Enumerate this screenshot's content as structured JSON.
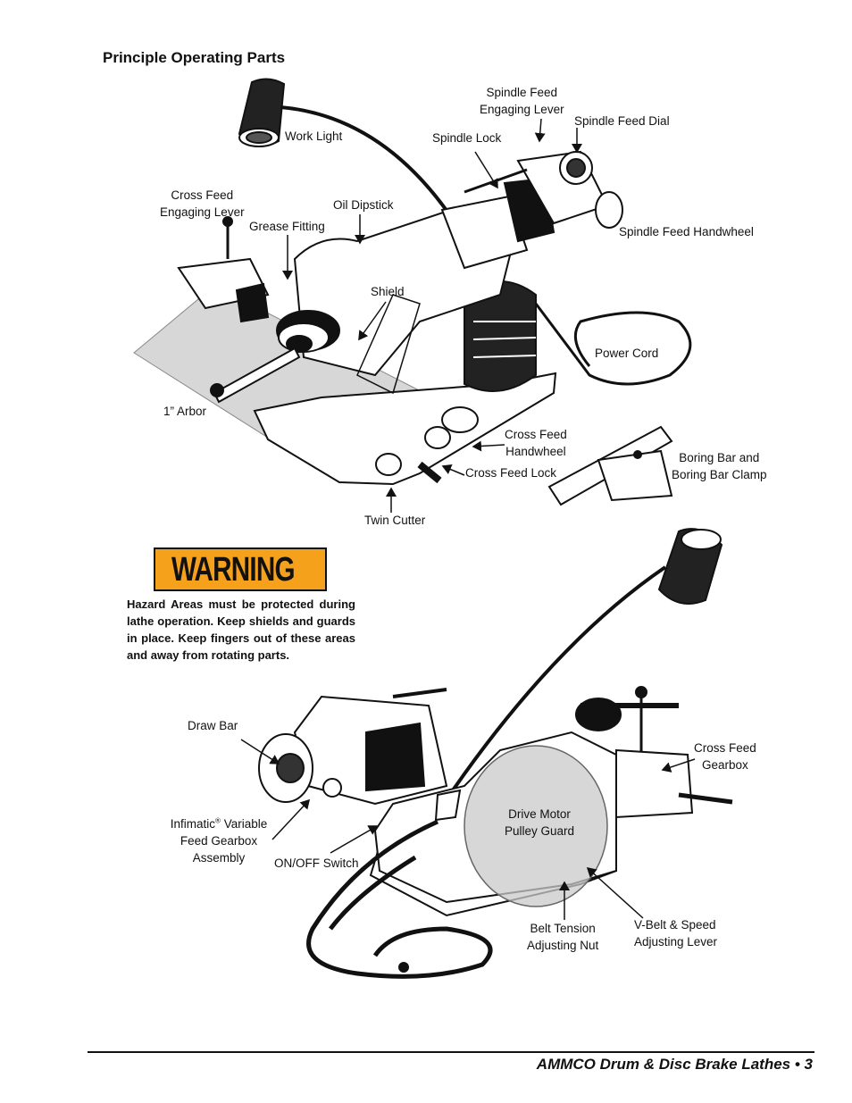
{
  "title": "Principle Operating Parts",
  "upper_labels": {
    "work_light": "Work Light",
    "spindle_feed_engaging_lever": [
      "Spindle Feed",
      "Engaging Lever"
    ],
    "spindle_feed_dial": "Spindle Feed Dial",
    "spindle_lock": "Spindle Lock",
    "cross_feed_engaging_lever": [
      "Cross Feed",
      "Engaging Lever"
    ],
    "oil_dipstick": "Oil Dipstick",
    "grease_fitting": "Grease Fitting",
    "spindle_feed_handwheel": "Spindle Feed Handwheel",
    "shield": "Shield",
    "power_cord": "Power Cord",
    "arbor": "1” Arbor",
    "cross_feed_handwheel": [
      "Cross Feed",
      "Handwheel"
    ],
    "boring_bar": [
      "Boring Bar and",
      "Boring Bar Clamp"
    ],
    "cross_feed_lock": "Cross Feed Lock",
    "twin_cutter": "Twin Cutter"
  },
  "warning": {
    "word": "WARNING",
    "text": "Hazard Areas must be protected during lathe operation. Keep shields and guards in place. Keep fingers out of these areas and away from rotating parts."
  },
  "lower_labels": {
    "draw_bar": "Draw Bar",
    "cross_feed_gearbox": [
      "Cross Feed",
      "Gearbox"
    ],
    "infimatic_a": "Infimatic",
    "infimatic_reg": "®",
    "infimatic_b": " Variable",
    "infimatic_2": "Feed Gearbox",
    "infimatic_3": "Assembly",
    "drive_motor": [
      "Drive Motor",
      "Pulley Guard"
    ],
    "on_off_switch": "ON/OFF Switch",
    "belt_tension": [
      "Belt Tension",
      "Adjusting Nut"
    ],
    "vbelt": [
      "V-Belt & Speed",
      "Adjusting Lever"
    ]
  },
  "footer": "AMMCO Drum & Disc Brake Lathes • 3",
  "colors": {
    "warning_bg": "#f6a11c",
    "hazard_area": "#c9c9c9"
  }
}
